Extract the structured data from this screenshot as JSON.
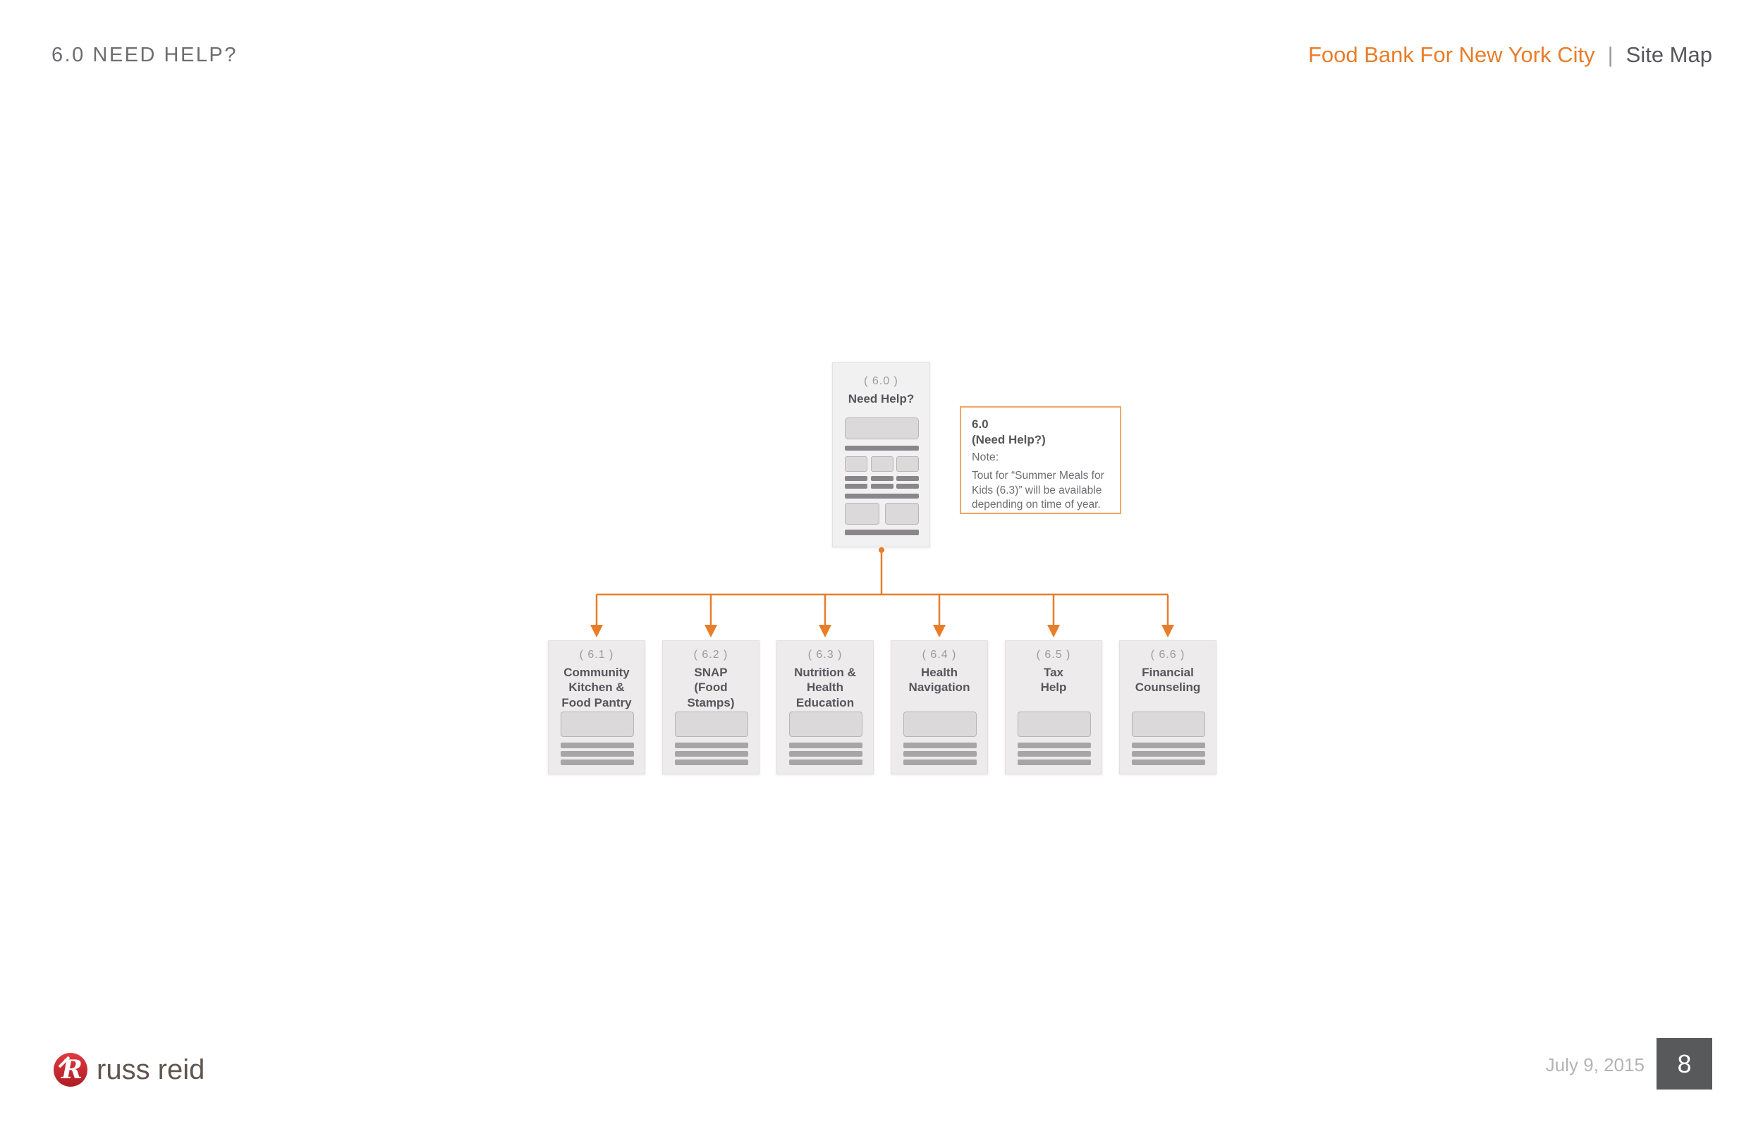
{
  "header": {
    "section_label": "6.0 NEED HELP?",
    "client_name": "Food Bank For New York City",
    "separator": "|",
    "doc_type": "Site Map"
  },
  "sitemap": {
    "root": {
      "id_label": "( 6.0 )",
      "title": "Need Help?"
    },
    "note": {
      "id": "6.0",
      "title": "(Need Help?)",
      "label": "Note:",
      "body": "Tout for “Summer Meals for Kids (6.3)” will be available depending on time of year."
    },
    "children": [
      {
        "id_label": "( 6.1 )",
        "title": "Community\nKitchen &\nFood Pantry"
      },
      {
        "id_label": "( 6.2 )",
        "title": "SNAP\n(Food\nStamps)"
      },
      {
        "id_label": "( 6.3 )",
        "title": "Nutrition &\nHealth\nEducation"
      },
      {
        "id_label": "( 6.4 )",
        "title": "Health\nNavigation"
      },
      {
        "id_label": "( 6.5 )",
        "title": "Tax\nHelp"
      },
      {
        "id_label": "( 6.6 )",
        "title": "Financial\nCounseling"
      }
    ]
  },
  "footer": {
    "logo_text": "russ reid",
    "date": "July 9, 2015",
    "page_number": "8"
  },
  "colors": {
    "accent_orange": "#E87D2A",
    "note_border_orange": "#F1A767",
    "node_bg": "#F2F1F1",
    "child_node_bg": "#EDEBEC",
    "wireframe_light": "#DCD9DB",
    "wireframe_dark": "#8B868A",
    "text_dark": "#56565A",
    "text_gray": "#6D6E71",
    "label_gray": "#9B9A9E",
    "date_gray": "#B5B3B3",
    "page_square_bg": "#58595B",
    "logo_red": "#C92128"
  }
}
